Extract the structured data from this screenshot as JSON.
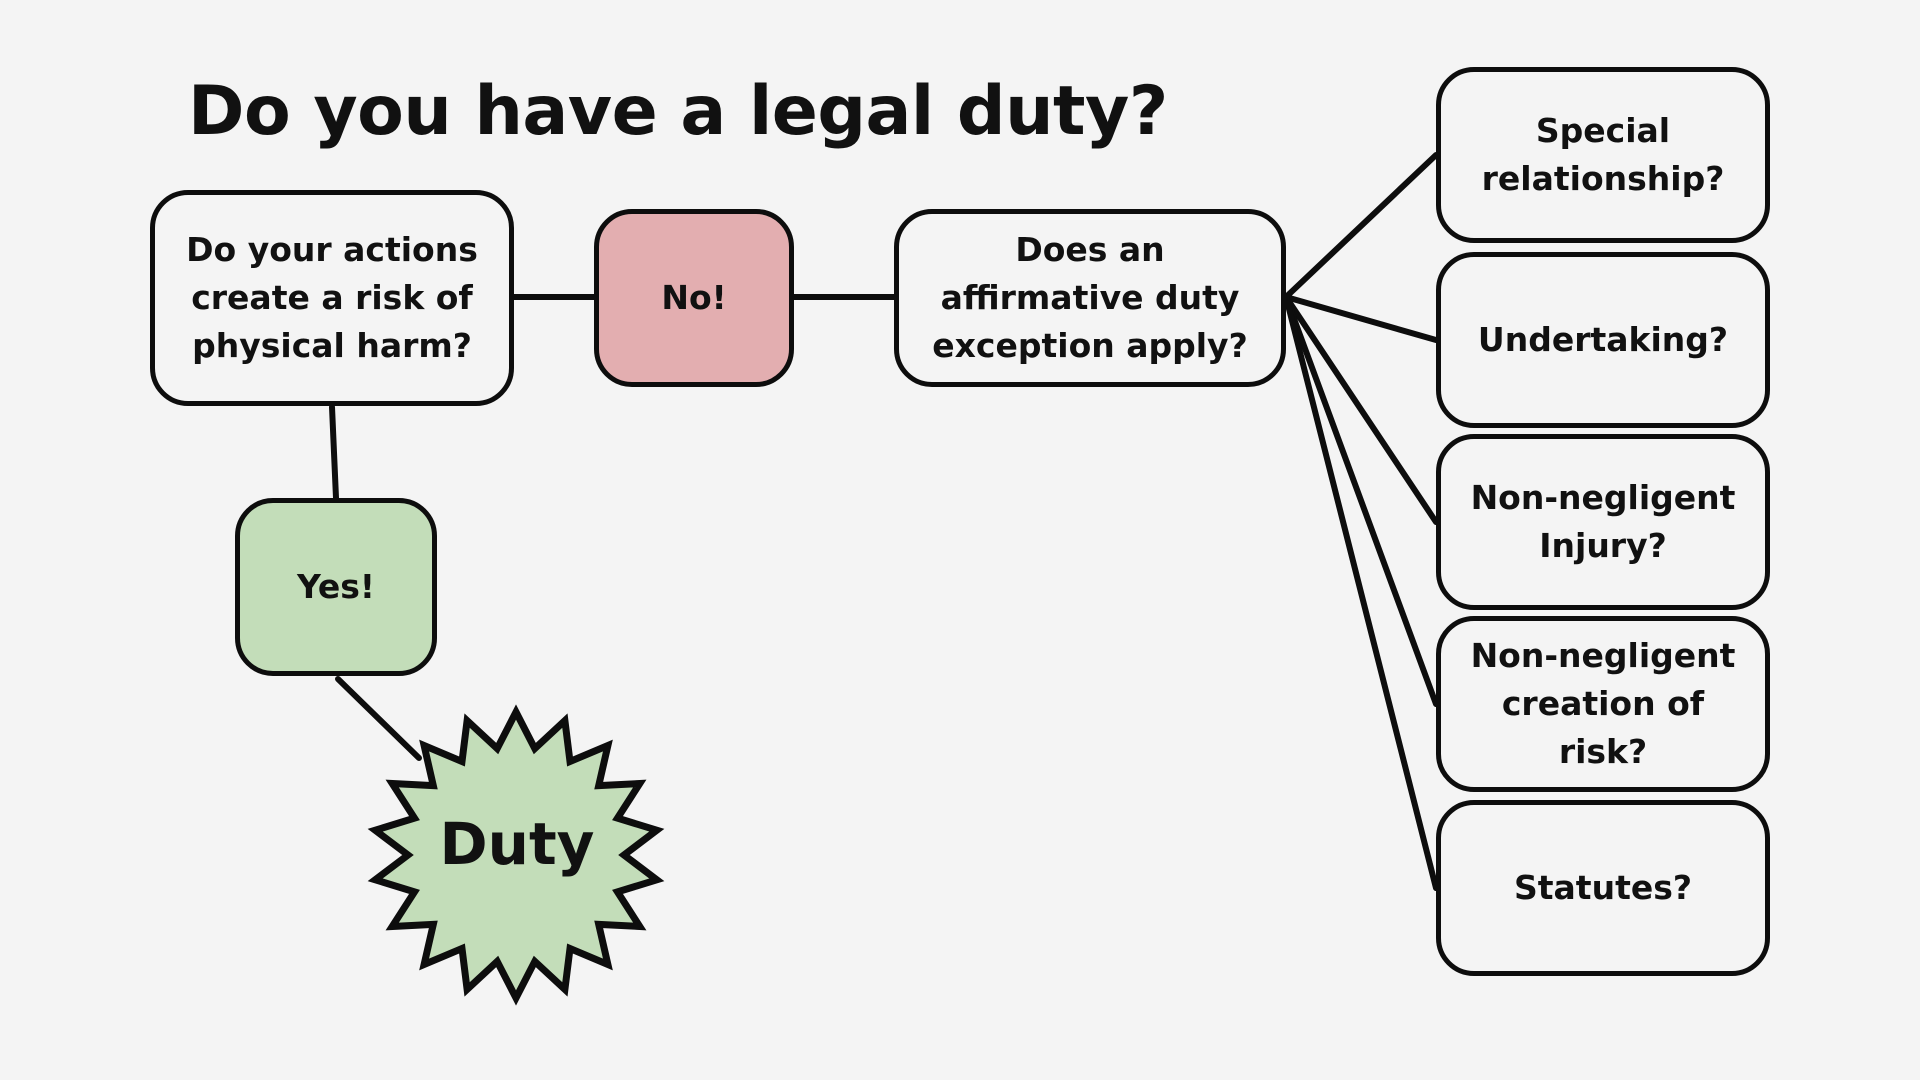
{
  "title": "Do you have a legal duty?",
  "nodes": {
    "question": "Do your actions create a risk of physical harm?",
    "no": "No!",
    "yes": "Yes!",
    "affirmative": "Does an affirmative duty exception apply?",
    "duty": "Duty"
  },
  "exceptions": [
    "Special relationship?",
    "Undertaking?",
    "Non-negligent Injury?",
    "Non-negligent creation of risk?",
    "Statutes?"
  ],
  "colors": {
    "background": "#f4f4f4",
    "stroke": "#0d0d0d",
    "no_fill": "#e3aeb0",
    "yes_fill": "#c3ddb9"
  }
}
